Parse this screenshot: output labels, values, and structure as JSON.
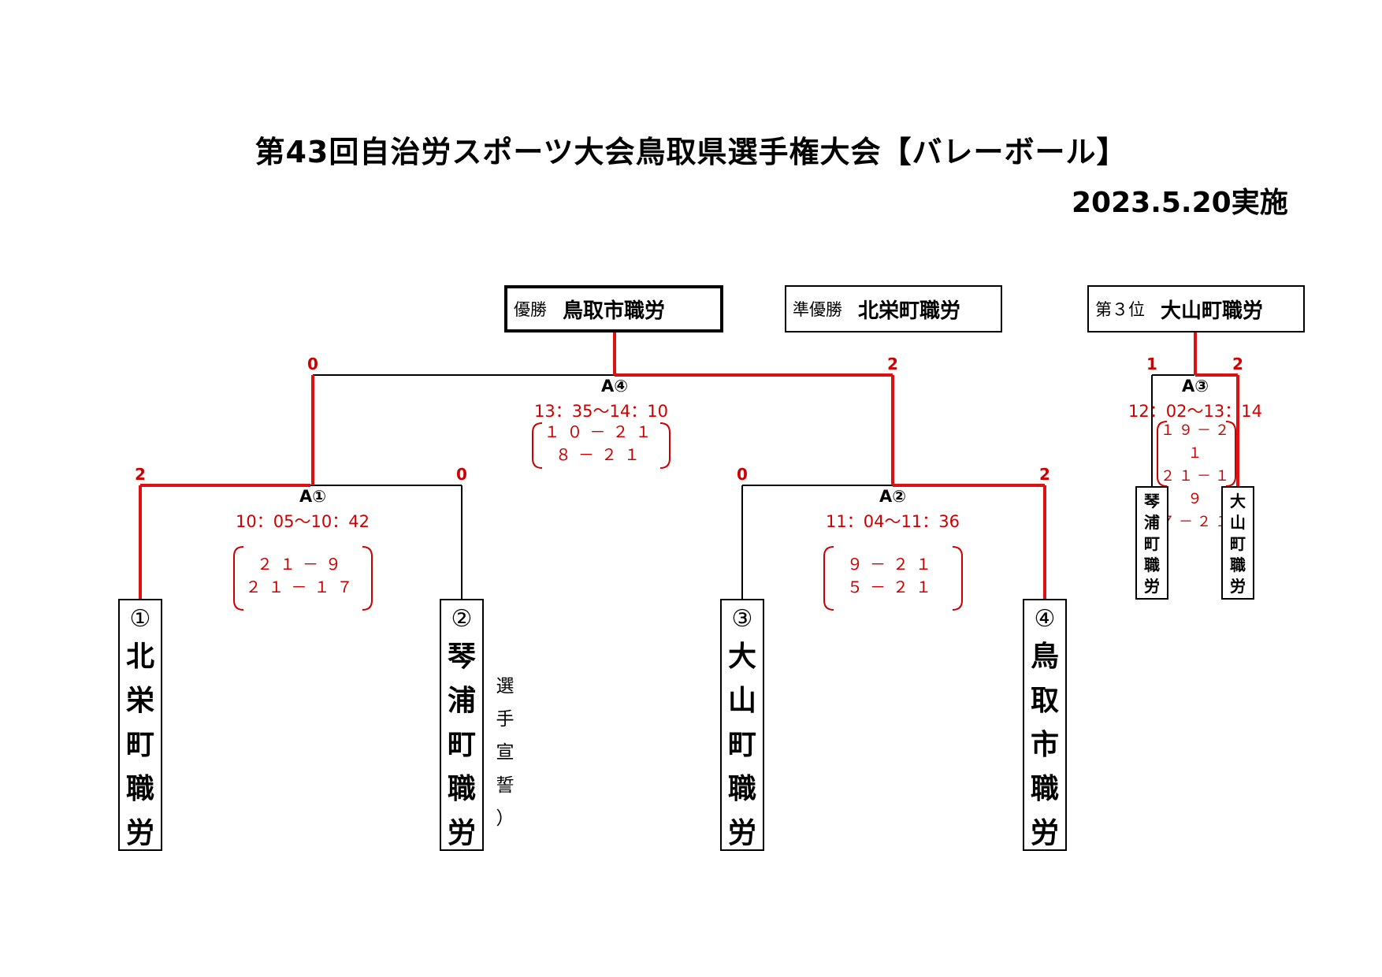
{
  "title": "第43回自治労スポーツ大会鳥取県選手権大会【バレーボール】",
  "date": "2023.5.20実施",
  "results": {
    "winner": {
      "label": "優勝",
      "name": "鳥取市職労"
    },
    "runner_up": {
      "label": "準優勝",
      "name": "北栄町職労"
    },
    "third": {
      "label": "第３位",
      "name": "大山町職労"
    }
  },
  "teams": [
    {
      "seed": "①",
      "chars": [
        "北",
        "栄",
        "町",
        "職",
        "労"
      ]
    },
    {
      "seed": "②",
      "chars": [
        "琴",
        "浦",
        "町",
        "職",
        "労"
      ]
    },
    {
      "seed": "③",
      "chars": [
        "大",
        "山",
        "町",
        "職",
        "労"
      ]
    },
    {
      "seed": "④",
      "chars": [
        "鳥",
        "取",
        "市",
        "職",
        "労"
      ]
    }
  ],
  "third_place_teams": [
    {
      "chars": [
        "琴",
        "浦",
        "町",
        "職",
        "労"
      ]
    },
    {
      "chars": [
        "大",
        "山",
        "町",
        "職",
        "労"
      ]
    }
  ],
  "matches": {
    "a1": {
      "code": "A①",
      "time": "10：05～10：42",
      "sets": [
        "２１－９",
        "２１－１７"
      ],
      "score_left": "2",
      "score_right": "0"
    },
    "a2": {
      "code": "A②",
      "time": "11：04～11：36",
      "sets": [
        "９－２１",
        "５－２１"
      ],
      "score_left": "0",
      "score_right": "2"
    },
    "a4": {
      "code": "A④",
      "time": "13：35～14：10",
      "sets": [
        "１０－２１",
        "８－２１"
      ],
      "score_left": "0",
      "score_right": "2"
    },
    "a3": {
      "code": "A③",
      "time": "12：02～13：14",
      "sets": [
        "１９－２１",
        "２１－１９",
        "７－２１"
      ],
      "score_left": "1",
      "score_right": "2"
    }
  },
  "note": {
    "chars": [
      "選",
      "手",
      "宣",
      "誓",
      "）"
    ]
  },
  "colors": {
    "win_line": "#dd1111",
    "line": "#000000",
    "score": "#cc0000"
  }
}
